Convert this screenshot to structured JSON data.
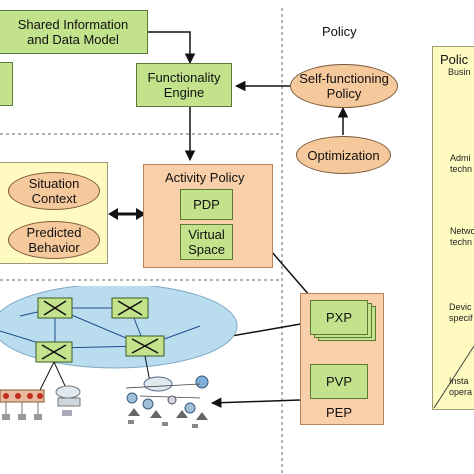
{
  "boxes": {
    "shared_info_line1": "Shared Information",
    "shared_info_line2": "and Data Model",
    "functionality_line1": "Functionality",
    "functionality_line2": "Engine",
    "pdp": "PDP",
    "virtual_line1": "Virtual",
    "virtual_line2": "Space",
    "pxp": "PXP",
    "pvp": "PVP"
  },
  "regions": {
    "policy_title": "Policy",
    "activity_policy": "Activity Policy",
    "pep": "PEP",
    "policy_continuum_title": "Polic"
  },
  "ellipses": {
    "self_functioning_line1": "Self-functioning",
    "self_functioning_line2": "Policy",
    "optimization": "Optimization",
    "situation_line1": "Situation",
    "situation_line2": "Context",
    "predicted_line1": "Predicted",
    "predicted_line2": "Behavior"
  },
  "continuum": [
    {
      "line1": "Busin",
      "line2": ""
    },
    {
      "line1": "Admi",
      "line2": "techn"
    },
    {
      "line1": "Netwo",
      "line2": "techn"
    },
    {
      "line1": "Devic",
      "line2": "specif"
    },
    {
      "line1": "Insta",
      "line2": "opera"
    }
  ]
}
